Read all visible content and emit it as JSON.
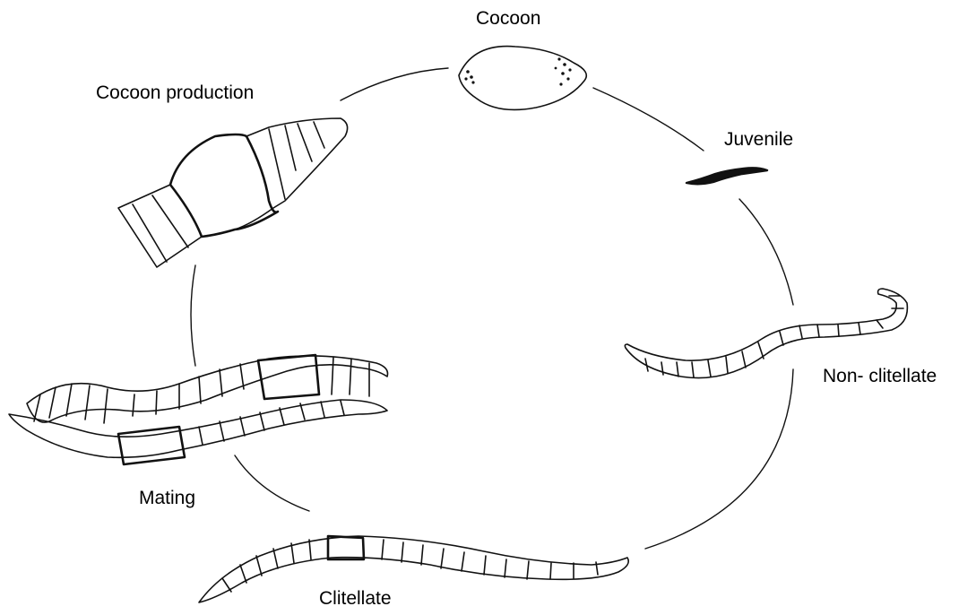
{
  "diagram": {
    "stages": [
      {
        "id": "cocoon",
        "label": "Cocoon"
      },
      {
        "id": "juvenile",
        "label": "Juvenile"
      },
      {
        "id": "non_clitellate",
        "label": "Non- clitellate"
      },
      {
        "id": "clitellate",
        "label": "Clitellate"
      },
      {
        "id": "mating",
        "label": "Mating"
      },
      {
        "id": "cocoon_production",
        "label": "Cocoon production"
      }
    ],
    "cycle_order": [
      "cocoon",
      "juvenile",
      "non_clitellate",
      "clitellate",
      "mating",
      "cocoon_production"
    ],
    "colors": {
      "ink": "#111111",
      "background": "#ffffff"
    }
  }
}
